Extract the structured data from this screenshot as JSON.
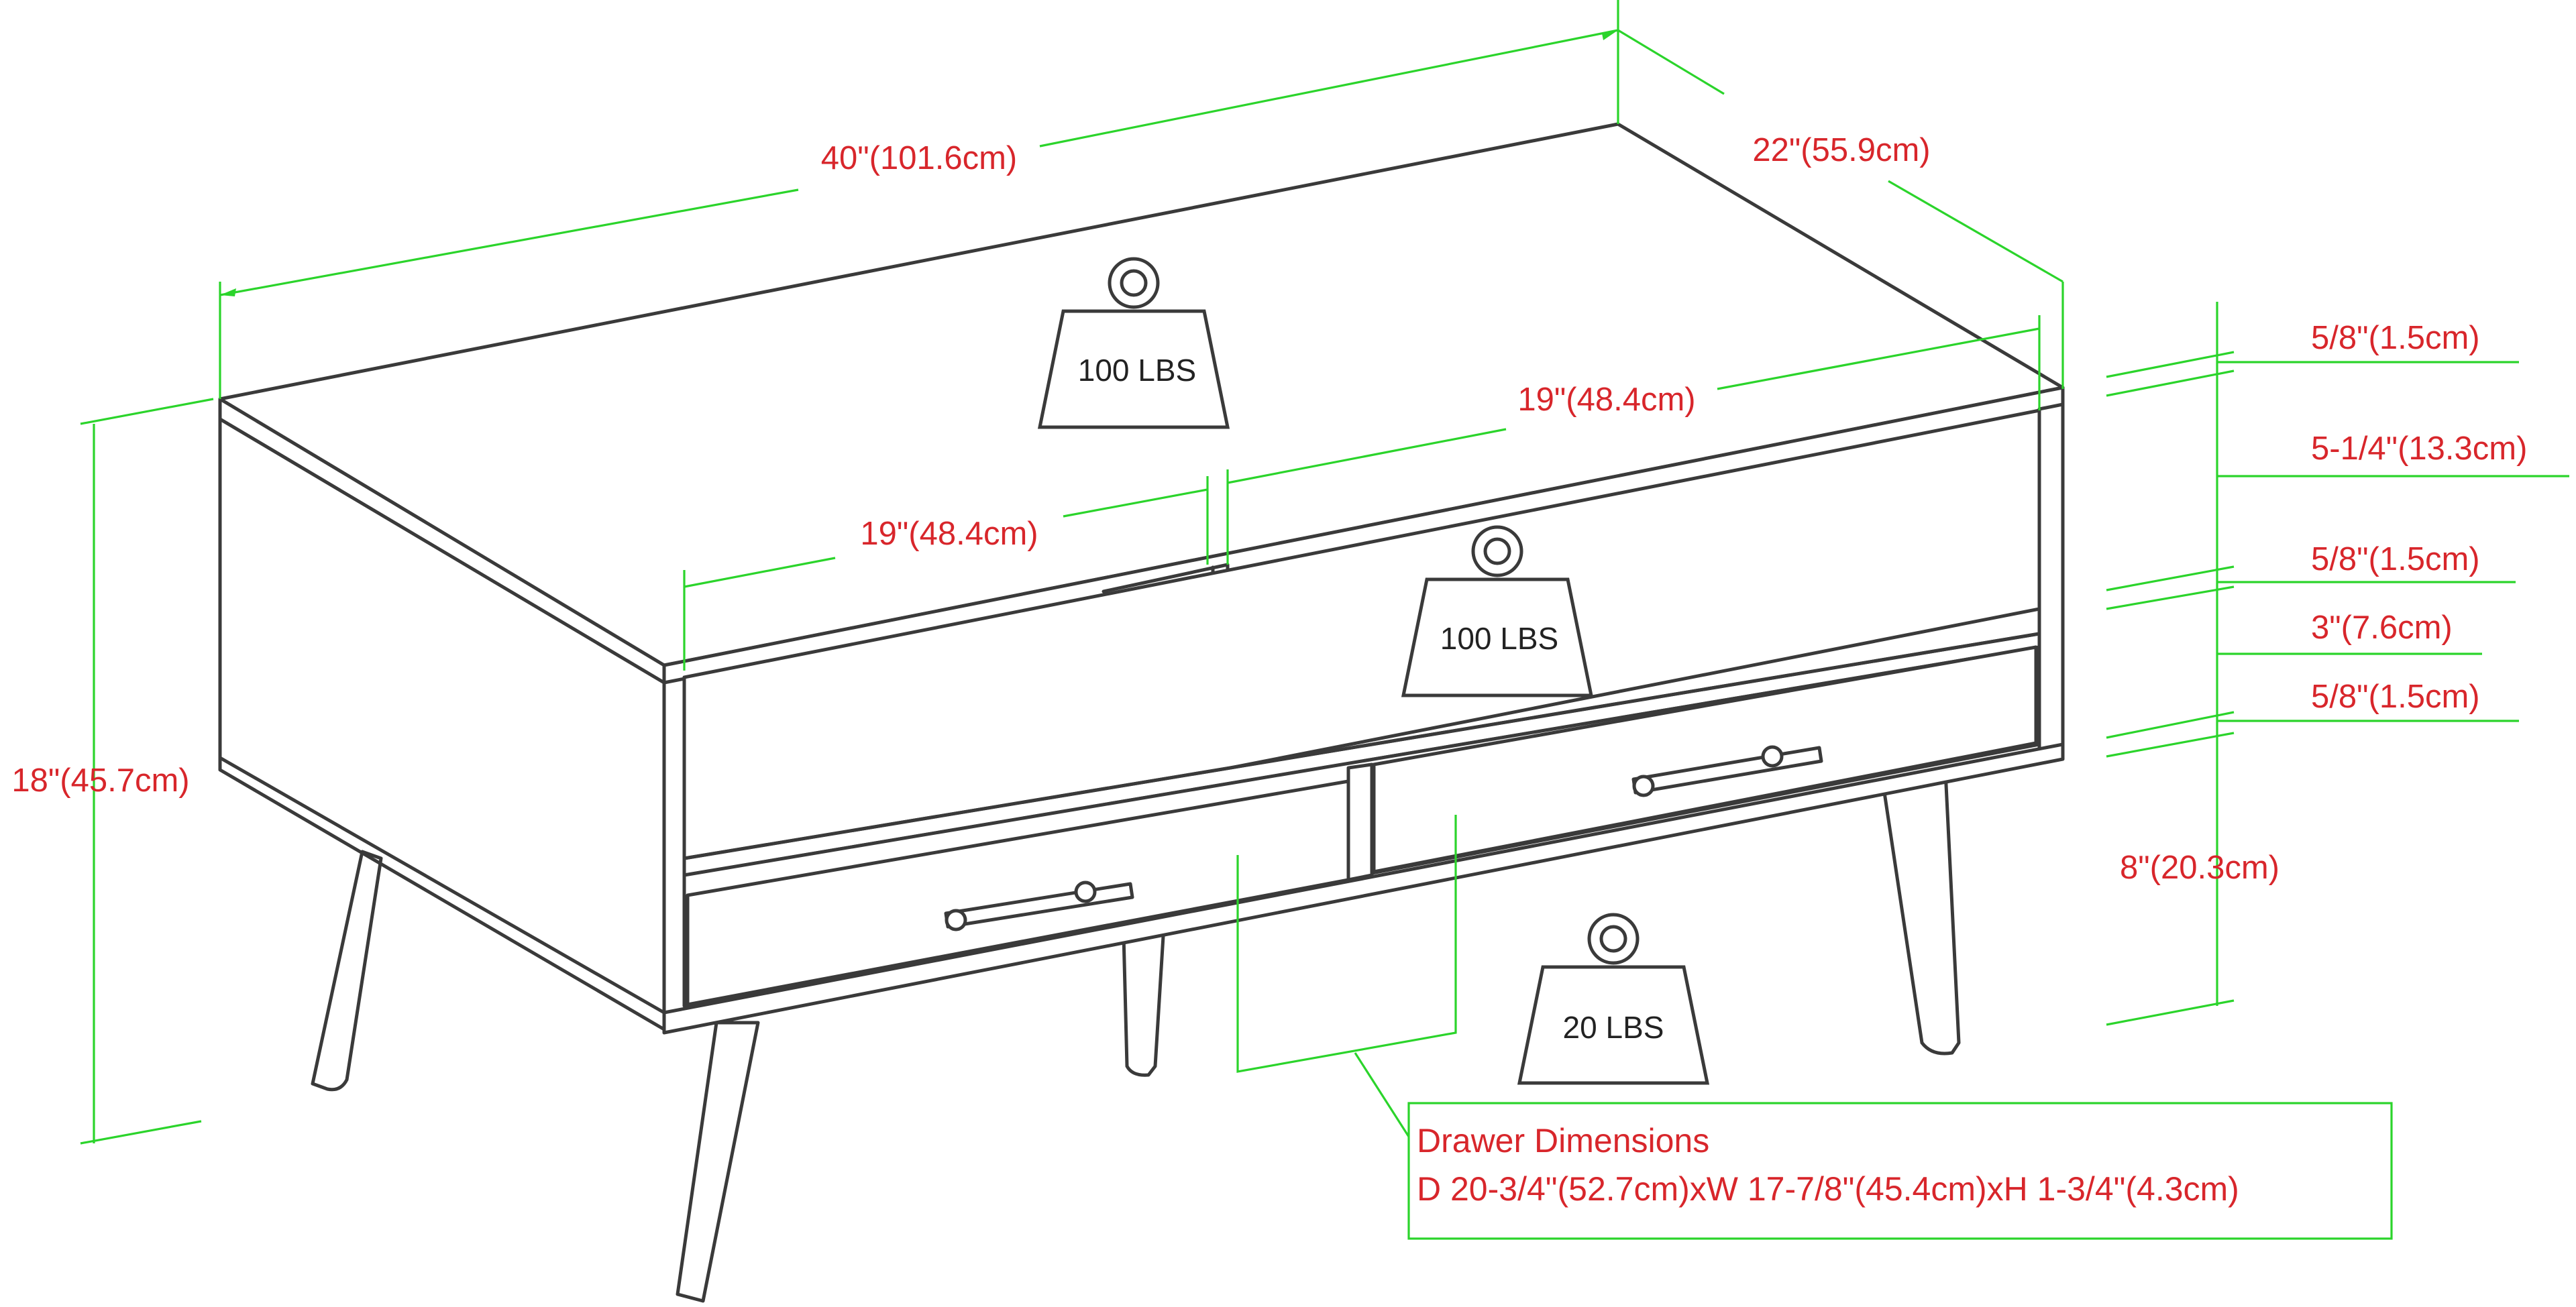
{
  "colors": {
    "dimension_line": "#2bd42b",
    "dimension_text": "#d8262b",
    "outline": "#3a3a3a"
  },
  "dimensions": {
    "top_length": "40\"(101.6cm)",
    "top_depth": "22\"(55.9cm)",
    "total_height": "18\"(45.7cm)",
    "shelf_width_left": "19\"(48.4cm)",
    "shelf_width_right": "19\"(48.4cm)",
    "top_thickness": "5/8\"(1.5cm)",
    "shelf_opening": "5-1/4\"(13.3cm)",
    "shelf_thickness": "5/8\"(1.5cm)",
    "drawer_height": "3\"(7.6cm)",
    "bottom_thickness": "5/8\"(1.5cm)",
    "leg_height": "8\"(20.3cm)"
  },
  "weights": {
    "top": "100 LBS",
    "shelf": "100 LBS",
    "drawer": "20 LBS"
  },
  "drawer_note": {
    "title": "Drawer Dimensions",
    "size": "D 20-3/4\"(52.7cm)xW 17-7/8\"(45.4cm)xH 1-3/4\"(4.3cm)"
  },
  "icons": [
    "weight-icon",
    "weight-icon",
    "weight-icon"
  ]
}
